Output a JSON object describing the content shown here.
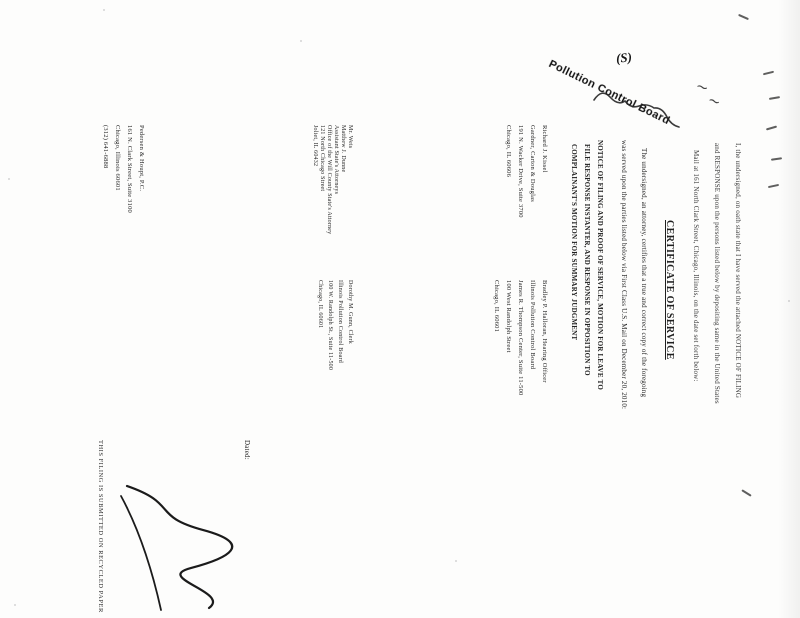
{
  "colors": {
    "ink": "#1f1f1f",
    "stamp_ink": "#101010",
    "pen_ink": "#2a2a2a",
    "paper": "#fdfdfc"
  },
  "stamp": {
    "text": "Pollution Control Board",
    "handwritten_mark": "(S)"
  },
  "doc": {
    "intro_lines": [
      "I, the undersigned, on oath state that I have served the attached NOTICE OF FILING",
      "and RESPONSE upon the persons listed below by depositing same in the United States",
      "Mail at 161 North Clark Street, Chicago, Illinois, on the date set forth below:"
    ],
    "title": "CERTIFICATE OF SERVICE",
    "certify_lines": [
      "The undersigned, an attorney, certifies that a true and correct copy of the foregoing",
      "was served upon the parties listed below via First Class U.S. Mail on December 20, 2010:"
    ],
    "document_caps_lines": [
      "NOTICE OF FILING AND PROOF OF SERVICE, MOTION FOR LEAVE TO",
      "FILE RESPONSE INSTANTER, AND RESPONSE IN OPPOSITION TO",
      "COMPLAINANT'S MOTION FOR SUMMARY JUDGMENT"
    ],
    "recipients": {
      "row1_col1": [
        "Richard J. Kissel",
        "Gardner, Carton & Douglas",
        "191 N. Wacker Drive, Suite 3700",
        "Chicago, IL 60606"
      ],
      "row1_col2": [
        "Bradley P. Halloran, Hearing Officer",
        "Illinois Pollution Control Board",
        "James R. Thompson Center, Suite 11-500",
        "100 West Randolph Street",
        "Chicago, IL 60601"
      ],
      "row2_col1": [
        "Mr. Weis",
        "Matthew J. Dunne",
        "Assistant State's Attorneys",
        "Office of the Will County State's Attorney",
        "121 North Chicago Street",
        "Joliet, IL 60432"
      ],
      "row2_col2": [
        "Dorothy M. Gunn, Clerk",
        "Illinois Pollution Control Board",
        "100 W. Randolph St., Suite 11-500",
        "Chicago, IL 60601"
      ]
    },
    "dated_label": "Dated:",
    "firm_lines": [
      "Pedersen & Houpt, P.C.",
      "161 N. Clark Street, Suite 3100",
      "Chicago, Illinois 60601",
      "(312) 641-6888"
    ],
    "footer": "THIS FILING IS SUBMITTED ON RECYCLED PAPER"
  }
}
